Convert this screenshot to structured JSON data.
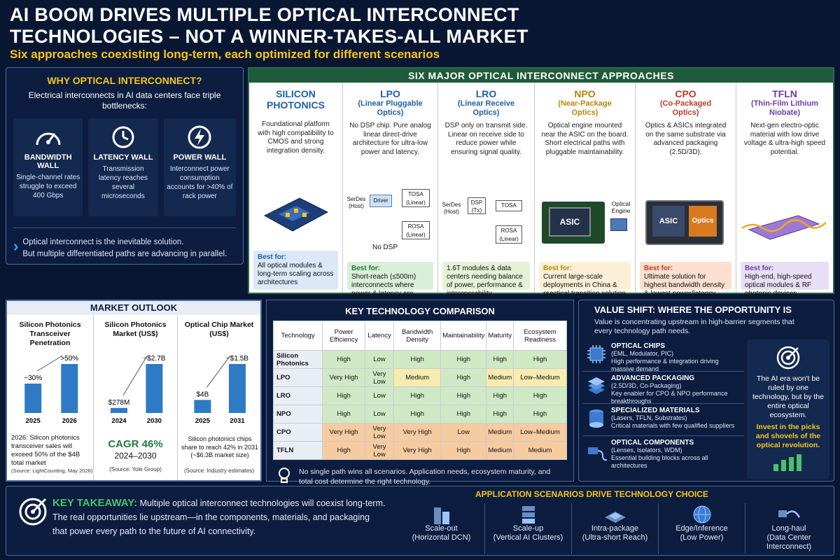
{
  "header": {
    "title_line1": "AI BOOM DRIVES MULTIPLE OPTICAL INTERCONNECT",
    "title_line2": "TECHNOLOGIES – NOT A WINNER-TAKES-ALL MARKET",
    "subtitle": "Six approaches coexisting long-term, each optimized for different scenarios"
  },
  "why": {
    "heading": "WHY OPTICAL INTERCONNECT?",
    "intro": "Electrical interconnects in AI data centers face triple bottlenecks:",
    "cards": [
      {
        "label": "BANDWIDTH WALL",
        "text": "Single-channel rates struggle to exceed 400 Gbps",
        "icon": "speedometer-icon"
      },
      {
        "label": "LATENCY WALL",
        "text": "Transmission latency reaches several microseconds",
        "icon": "clock-icon"
      },
      {
        "label": "POWER WALL",
        "text": "Interconnect power consumption accounts for >40% of rack power",
        "icon": "lightning-icon"
      }
    ],
    "conclusion_line1": "Optical interconnect is the inevitable solution.",
    "conclusion_line2": "But multiple differentiated paths are advancing in parallel."
  },
  "six": {
    "heading": "SIX MAJOR OPTICAL INTERCONNECT APPROACHES",
    "columns": [
      {
        "name": "SILICON PHOTONICS",
        "sub": "",
        "desc": "Foundational platform with high compatibility to CMOS and strong integration density.",
        "best_label": "Best for:",
        "best": "All optical modules & long-term scaling across architectures",
        "color": "#1f5fa8",
        "bg": "#dbe8f7"
      },
      {
        "name": "LPO",
        "sub": "(Linear Pluggable Optics)",
        "desc": "No DSP chip. Pure analog linear direct-drive architecture for ultra-low power and latency.",
        "best_label": "Best for:",
        "best": "Short-reach (≤500m) interconnects where power & latency are critical",
        "color": "#1f5fa8",
        "bg": "#d9efd9"
      },
      {
        "name": "LRO",
        "sub": "(Linear Receive Optics)",
        "desc": "DSP only on transmit side. Linear on receive side to reduce power while ensuring signal quality.",
        "best_label": "",
        "best": "1.6T modules & data centers needing balance of power, performance & interoperability",
        "color": "#1f5fa8",
        "bg": "#e5f2d6"
      },
      {
        "name": "NPO",
        "sub": "(Near-Package Optics)",
        "desc": "Optical engine mounted near the ASIC on the board. Short electrical paths with pluggable maintainability.",
        "best_label": "Best for:",
        "best": "Current large-scale deployments in China & practical transition solution",
        "color": "#b8860b",
        "bg": "#fbf0d6"
      },
      {
        "name": "CPO",
        "sub": "(Co-Packaged Optics)",
        "desc": "Optics & ASICs integrated on the same substrate via advanced packaging (2.5D/3D).",
        "best_label": "Best for:",
        "best": "Ultimate solution for highest bandwidth density & lowest power/latency",
        "color": "#c0392b",
        "bg": "#fbe0cf"
      },
      {
        "name": "TFLN",
        "sub": "(Thin-Film Lithium Niobate)",
        "desc": "Next-gen electro-optic material with low drive voltage & ultra-high speed potential.",
        "best_label": "Best for:",
        "best": "High-end, high-speed optical modules & RF photonic devices",
        "color": "#6a3fa8",
        "bg": "#e8def5"
      }
    ],
    "lpo_diagram": {
      "serdes": "SerDes (Host)",
      "driver": "Driver",
      "tosa": "TOSA (Linear)",
      "rosa": "ROSA (Linear)",
      "note": "No DSP"
    },
    "lro_diagram": {
      "serdes": "SerDes (Host)",
      "dsp": "DSP (Tx)",
      "tosa": "TOSA",
      "rosa": "ROSA (Linear)"
    },
    "npo_labels": {
      "asic": "ASIC",
      "engine": "Optical Engine"
    },
    "cpo_labels": {
      "asic": "ASIC",
      "optics": "Optics"
    }
  },
  "market": {
    "heading": "MARKET OUTLOOK",
    "charts": [
      {
        "title": "Silicon Photonics Transceiver Penetration",
        "x": [
          "2025",
          "2026"
        ],
        "labels": [
          "~30%",
          ">50%"
        ],
        "values": [
          30,
          50
        ],
        "note": "2026: Silicon photonics transceiver sales will exceed 50% of the $4B total market",
        "source": "(Source: LightCounting, May 2026)"
      },
      {
        "title": "Silicon Photonics Market (US$)",
        "x": [
          "2024",
          "2030"
        ],
        "labels": [
          "$278M",
          "~$2.7B"
        ],
        "values": [
          0.278,
          2.7
        ],
        "cagr": "CAGR 46%",
        "cagr_range": "2024–2030",
        "source": "(Source: Yole Group)"
      },
      {
        "title": "Optical Chip Market (US$)",
        "x": [
          "2025",
          "2031"
        ],
        "labels": [
          "$4B",
          "~$1.5B"
        ],
        "values": [
          4,
          15
        ],
        "note": "Silicon photonics chips share to reach 42% in 2031 (~$6.3B market size)",
        "source": "(Source: Industry estimates)"
      }
    ]
  },
  "comparison": {
    "heading": "KEY TECHNOLOGY COMPARISON",
    "columns": [
      "Technology",
      "Power Efficiency",
      "Latency",
      "Bandwidth Density",
      "Maintainability",
      "Maturity",
      "Ecosystem Readiness"
    ],
    "rows": [
      [
        "Silicon Photonics",
        "High",
        "Low",
        "High",
        "High",
        "High",
        "High"
      ],
      [
        "LPO",
        "Very High",
        "Very Low",
        "Medium",
        "High",
        "Medium",
        "Low–Medium"
      ],
      [
        "LRO",
        "High",
        "Low",
        "High",
        "High",
        "High",
        "High"
      ],
      [
        "NPO",
        "High",
        "Low",
        "High",
        "High",
        "High",
        "High"
      ],
      [
        "CPO",
        "Very High",
        "Very Low",
        "Very High",
        "Low",
        "Medium",
        "Low–Medium"
      ],
      [
        "TFLN",
        "High",
        "Very Low",
        "Very High",
        "High",
        "Medium",
        "Medium"
      ]
    ],
    "colors": [
      [
        "g",
        "g",
        "g",
        "g",
        "g",
        "g"
      ],
      [
        "g",
        "g",
        "y",
        "g",
        "y",
        "y"
      ],
      [
        "g",
        "g",
        "g",
        "g",
        "g",
        "g"
      ],
      [
        "g",
        "g",
        "g",
        "g",
        "g",
        "g"
      ],
      [
        "o",
        "o",
        "o",
        "o",
        "o",
        "o"
      ],
      [
        "o",
        "o",
        "o",
        "o",
        "o",
        "o"
      ]
    ],
    "note": "No single path wins all scenarios.  Application needs, ecosystem maturity, and total cost determine the right technology."
  },
  "value": {
    "heading": "VALUE SHIFT: WHERE THE OPPORTUNITY IS",
    "intro": "Value is concentrating upstream in high-barrier segments that every technology path needs.",
    "items": [
      {
        "title": "OPTICAL CHIPS",
        "sub": "(EML, Modulator, PIC)",
        "desc": "High performance & integration driving massive demand"
      },
      {
        "title": "ADVANCED PACKAGING",
        "sub": "(2.5D/3D, Co-Packaging)",
        "desc": "Key enabler for CPO & NPO performance breakthroughs"
      },
      {
        "title": "SPECIALIZED MATERIALS",
        "sub": "(Lasers, TFLN, Substrates)",
        "desc": "Critical materials with few qualified suppliers"
      },
      {
        "title": "OPTICAL COMPONENTS",
        "sub": "(Lenses, Isolators, WDM)",
        "desc": "Essential building blocks across all architectures"
      }
    ],
    "quote": "The AI era won't be ruled by one technology, but by the entire optical ecosystem.",
    "invest": "Invest in the picks and shovels of the optical revolution."
  },
  "takeaway": {
    "label": "KEY TAKEAWAY:",
    "line1": " Multiple optical interconnect technologies will coexist long-term.",
    "line2": "The real opportunities lie upstream—in the components, materials, and packaging",
    "line3": "that power every path to the future of AI connectivity."
  },
  "scenarios": {
    "heading": "APPLICATION SCENARIOS DRIVE TECHNOLOGY CHOICE",
    "items": [
      {
        "name": "Scale-out",
        "sub": "(Horizontal DCN)"
      },
      {
        "name": "Scale-up",
        "sub": "(Vertical AI Clusters)"
      },
      {
        "name": "Intra-package",
        "sub": "(Ultra-short Reach)"
      },
      {
        "name": "Edge/Inference",
        "sub": "(Low Power)"
      },
      {
        "name": "Long-haul",
        "sub": "(Data Center Interconnect)"
      }
    ]
  }
}
